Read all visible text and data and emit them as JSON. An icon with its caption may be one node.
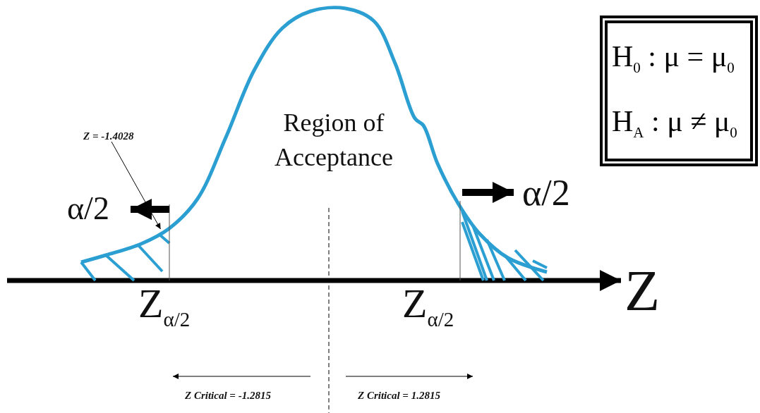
{
  "diagram": {
    "nodes": [
      {
        "text": [
          "H$_{0}$ : μ = μ$_{0}$",
          "H$_{A}$ : μ ≠ μ$_{0}$"
        ]
      },
      {
        "text": [
          "Z = -1.4028"
        ]
      },
      {
        "text": [],
        "shape": "region"
      }
    ],
    "edges": [
      {
        "from": 1,
        "to": 2,
        "arrow": "to"
      }
    ],
    "labels": [
      "Region of Acceptance",
      "α/2",
      "α/2",
      "Z",
      "Z$_{α/2}$",
      "Z$_{α/2}$",
      "Z Critical = -1.2815",
      "Z Critical = 1.2815"
    ]
  }
}
